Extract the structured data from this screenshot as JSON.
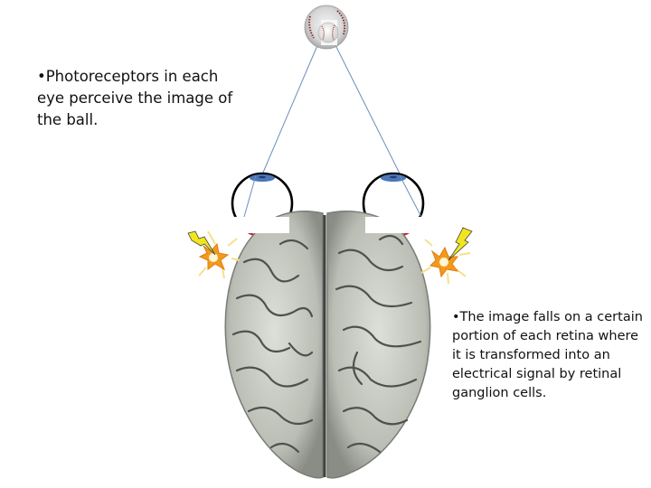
{
  "slide": {
    "left_caption": "•Photoreceptors in each eye perceive the image of the ball.",
    "right_caption": "•The image falls on a certain portion of each retina where it is transformed into an electrical signal by retinal ganglion cells."
  },
  "figure": {
    "objects": [
      {
        "name": "baseball",
        "description": "baseball inside a circular frame at top center"
      },
      {
        "name": "left-eye",
        "description": "eye with blue lens on top, red retina portion on bottom"
      },
      {
        "name": "right-eye",
        "description": "eye with blue lens on top, red retina portion on bottom"
      },
      {
        "name": "brain",
        "description": "top view of a human brain"
      },
      {
        "name": "left-spark",
        "description": "yellow lightning bolt with orange burst"
      },
      {
        "name": "right-spark",
        "description": "yellow lightning bolt with orange burst"
      }
    ],
    "colors": {
      "sight_line": "#6a8fc0",
      "lens": "#4a78b8",
      "retina": "#d0202a",
      "eye_outline": "#000000",
      "bolt": "#f2e51c",
      "burst": "#f39a1a",
      "brain_fill": "#c9ccc4",
      "brain_sulci": "#4e524c"
    }
  }
}
